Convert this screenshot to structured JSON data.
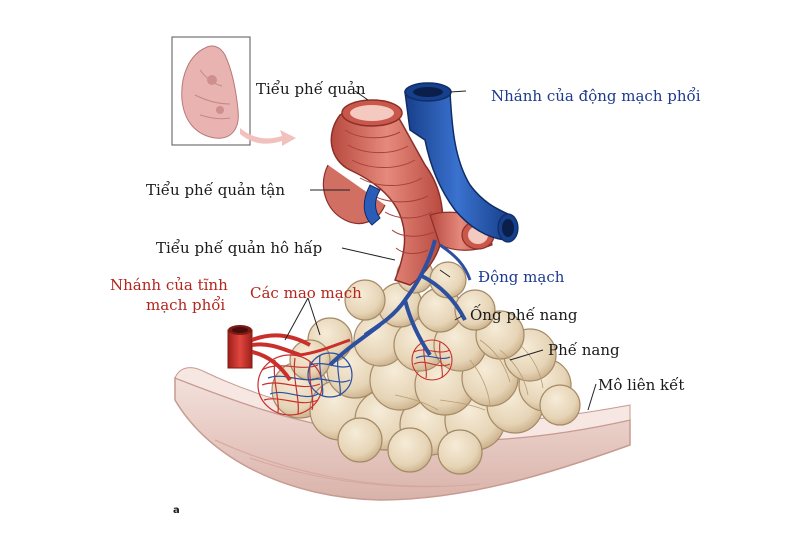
{
  "labels": {
    "tieu_phe_quan": "Tiểu phế quản",
    "nhanh_dong_mach_phoi": "Nhánh của động mạch  phổi",
    "tieu_phe_quan_tan": "Tiểu phế quản tận",
    "tieu_phe_quan_ho_hap": "Tiểu phế quản hô hấp",
    "dong_mach": "Động mạch",
    "nhanh_tinh_mach_phoi_line1": "Nhánh của tĩnh",
    "nhanh_tinh_mach_phoi_line2": "mạch phổi",
    "cac_mao_mach": "Các mao mạch",
    "ong_phe_nang": "Ống phế nang",
    "phe_nang": "Phế nang",
    "mo_lien_ket": "Mô liên kết",
    "panel_letter": "a"
  },
  "colors": {
    "blue_label": "#1d3a8f",
    "red_label": "#b3261e",
    "black_label": "#1a1a1a",
    "artery": "#1f4fa8",
    "vein": "#c9302c",
    "bronchiole": "#d9766a",
    "alveoli": "#e8d9bf",
    "tissue": "#e9cfc9"
  }
}
